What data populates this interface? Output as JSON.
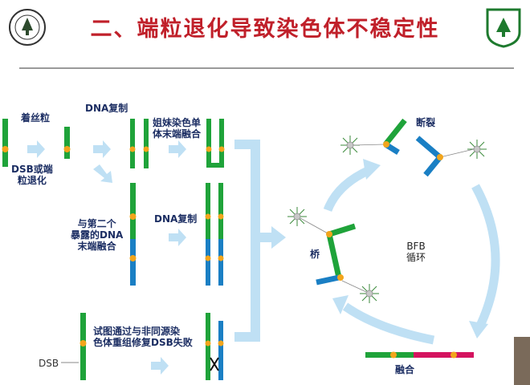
{
  "header": {
    "title": "二、端粒退化导致染色体不稳定性",
    "logo_left": "university-seal",
    "logo_right": "medical-school-seal"
  },
  "colors": {
    "title": "#c0202a",
    "chromosome_green": "#1fa33a",
    "chromosome_blue": "#1a7fc4",
    "chromosome_magenta": "#d4135f",
    "centromere": "#f2a51c",
    "arrow": "#bfe0f4",
    "label": "#1c2e63"
  },
  "labels": {
    "telomere": "着丝粒",
    "dna_replication_1": "DNA复制",
    "sister_fusion": "姐妹染色单\n体末端融合",
    "dsb_or_erosion": "DSB或端\n粒退化",
    "fuse_second": "与第二个\n暴露的DNA\n末端融合",
    "dna_replication_2": "DNA复制",
    "repair_fail": "试图通过与非同源染\n色体重组修复DSB失败",
    "dsb": "DSB",
    "breakage": "断裂",
    "bridge": "桥",
    "bfb_cycle": "BFB\n循环",
    "fusion": "融合"
  }
}
